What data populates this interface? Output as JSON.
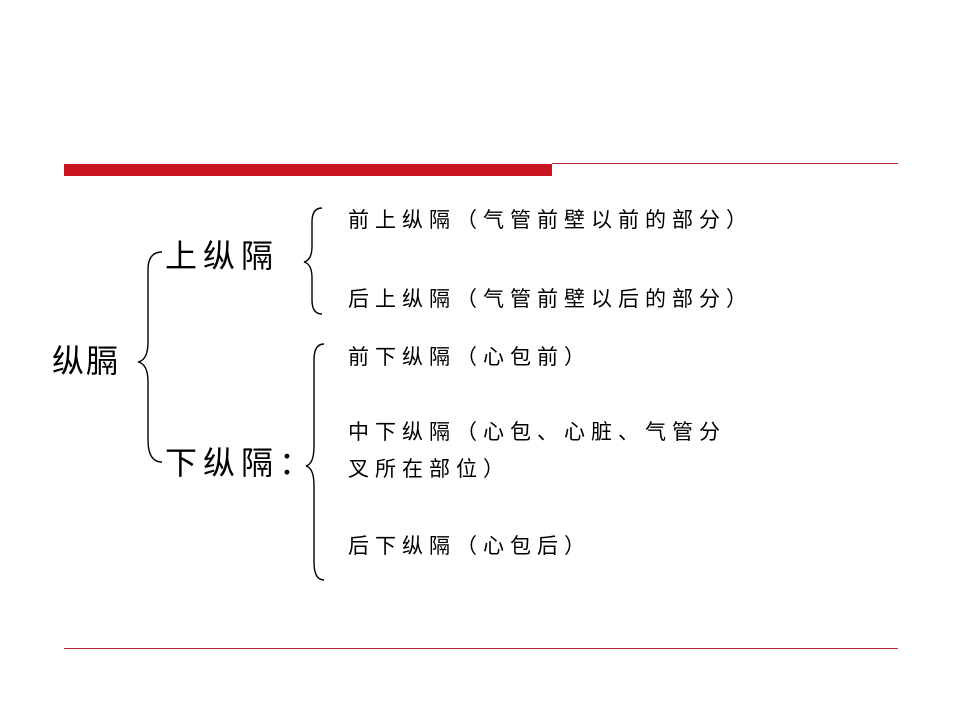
{
  "slide": {
    "root_label": "纵膈",
    "upper": {
      "label": "上纵隔",
      "items": [
        "前上纵隔（气管前壁以前的部分）",
        "后上纵隔（气管前壁以后的部分）"
      ]
    },
    "lower": {
      "label": "下纵隔：",
      "items": [
        "前下纵隔（心包前）",
        "中下纵隔（心包、心脏、气管分",
        "叉所在部位）",
        "后下纵隔（心包后）"
      ]
    }
  },
  "colors": {
    "accent_bar": "#c8141e",
    "rule_line": "#b8282f",
    "text": "#000000",
    "background": "#ffffff"
  }
}
